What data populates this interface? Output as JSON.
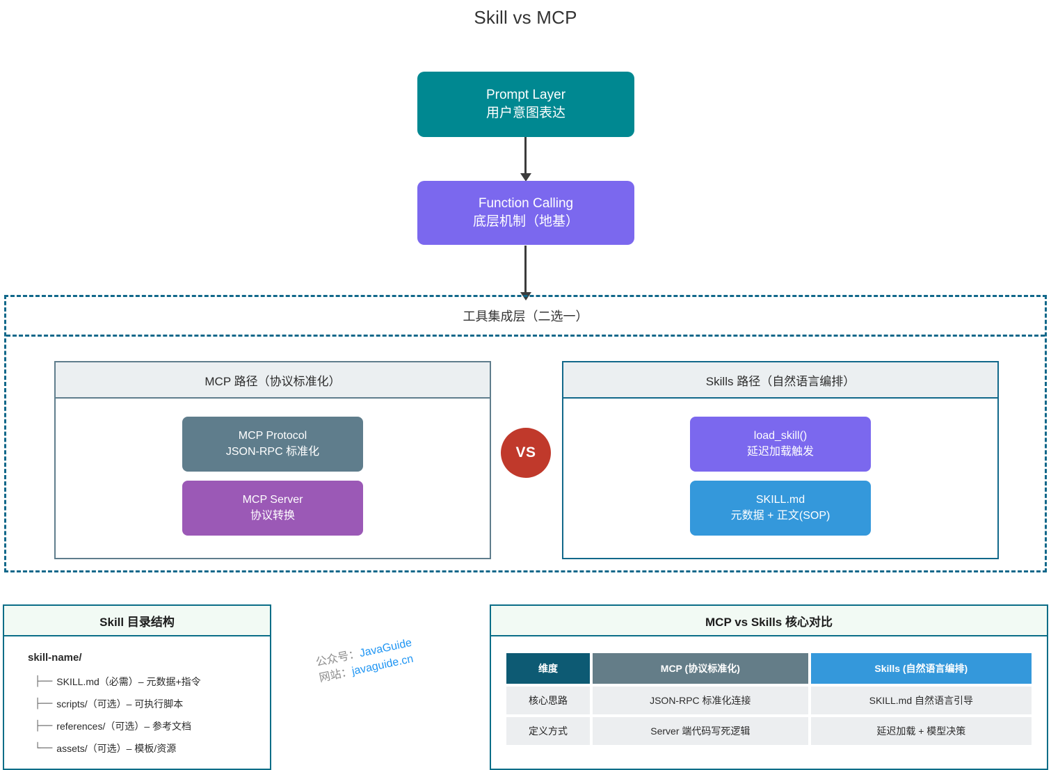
{
  "page": {
    "title": "Skill vs MCP"
  },
  "flow": {
    "prompt_layer": {
      "line1": "Prompt Layer",
      "line2": "用户意图表达",
      "color": "#008891"
    },
    "function_calling": {
      "line1": "Function Calling",
      "line2": "底层机制（地基）",
      "color": "#7b68ee"
    },
    "arrow_icon": "down-arrow-icon"
  },
  "integration_layer": {
    "header": "工具集成层（二选一）",
    "border_color": "#11688a",
    "vs_badge": {
      "label": "VS",
      "color": "#c0392b"
    },
    "mcp_path": {
      "header": "MCP 路径（协议标准化）",
      "chips": [
        {
          "line1": "MCP Protocol",
          "line2": "JSON-RPC 标准化",
          "color": "#5f7d8c"
        },
        {
          "line1": "MCP Server",
          "line2": "协议转换",
          "color": "#9b59b6"
        }
      ]
    },
    "skills_path": {
      "header": "Skills 路径（自然语言编排）",
      "chips": [
        {
          "line1": "load_skill()",
          "line2": "延迟加载触发",
          "color": "#7b68ee"
        },
        {
          "line1": "SKILL.md",
          "line2": "元数据 + 正文(SOP)",
          "color": "#3498db"
        }
      ]
    }
  },
  "skill_tree": {
    "header": "Skill 目录结构",
    "root": "skill-name/",
    "rows": [
      {
        "branch": "├──",
        "text": "SKILL.md（必需）– 元数据+指令"
      },
      {
        "branch": "├──",
        "text": "scripts/（可选）– 可执行脚本"
      },
      {
        "branch": "├──",
        "text": "references/（可选）– 参考文档"
      },
      {
        "branch": "└──",
        "text": "assets/（可选）– 模板/资源"
      }
    ]
  },
  "compare": {
    "header": "MCP vs Skills 核心对比",
    "columns": [
      "维度",
      "MCP (协议标准化)",
      "Skills (自然语言编排)"
    ],
    "column_colors": [
      "#0d5a73",
      "#647d88",
      "#3498db"
    ],
    "rows": [
      {
        "dimension": "核心思路",
        "mcp": "JSON-RPC 标准化连接",
        "skills": "SKILL.md 自然语言引导"
      },
      {
        "dimension": "定义方式",
        "mcp": "Server 端代码写死逻辑",
        "skills": "延迟加载 + 模型决策"
      }
    ]
  },
  "watermark": {
    "line1_label": "公众号：",
    "line1_value": "JavaGuide",
    "line2_label": "网站：",
    "line2_value": "javaguide.cn",
    "color": "#2196f3"
  }
}
